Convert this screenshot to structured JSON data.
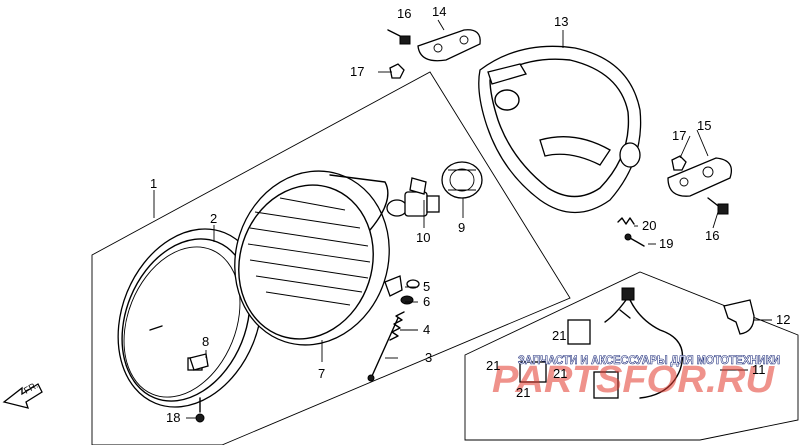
{
  "diagram": {
    "labels": {
      "p1": "1",
      "p2": "2",
      "p3": "3",
      "p4": "4",
      "p5": "5",
      "p6": "6",
      "p7": "7",
      "p8": "8",
      "p9": "9",
      "p10": "10",
      "p11": "11",
      "p12": "12",
      "p13": "13",
      "p14": "14",
      "p15": "15",
      "p16a": "16",
      "p16b": "16",
      "p17a": "17",
      "p17b": "17",
      "p18": "18",
      "p19": "19",
      "p20": "20",
      "p21a": "21",
      "p21b": "21",
      "p21c": "21",
      "p21d": "21"
    },
    "front_marker": "FR.",
    "watermark": {
      "line1": "ЗАПЧАСТИ И АКСЕССУАРЫ ДЛЯ МОТОТЕХНИКИ",
      "line2": "PARTSFOR.RU"
    }
  }
}
